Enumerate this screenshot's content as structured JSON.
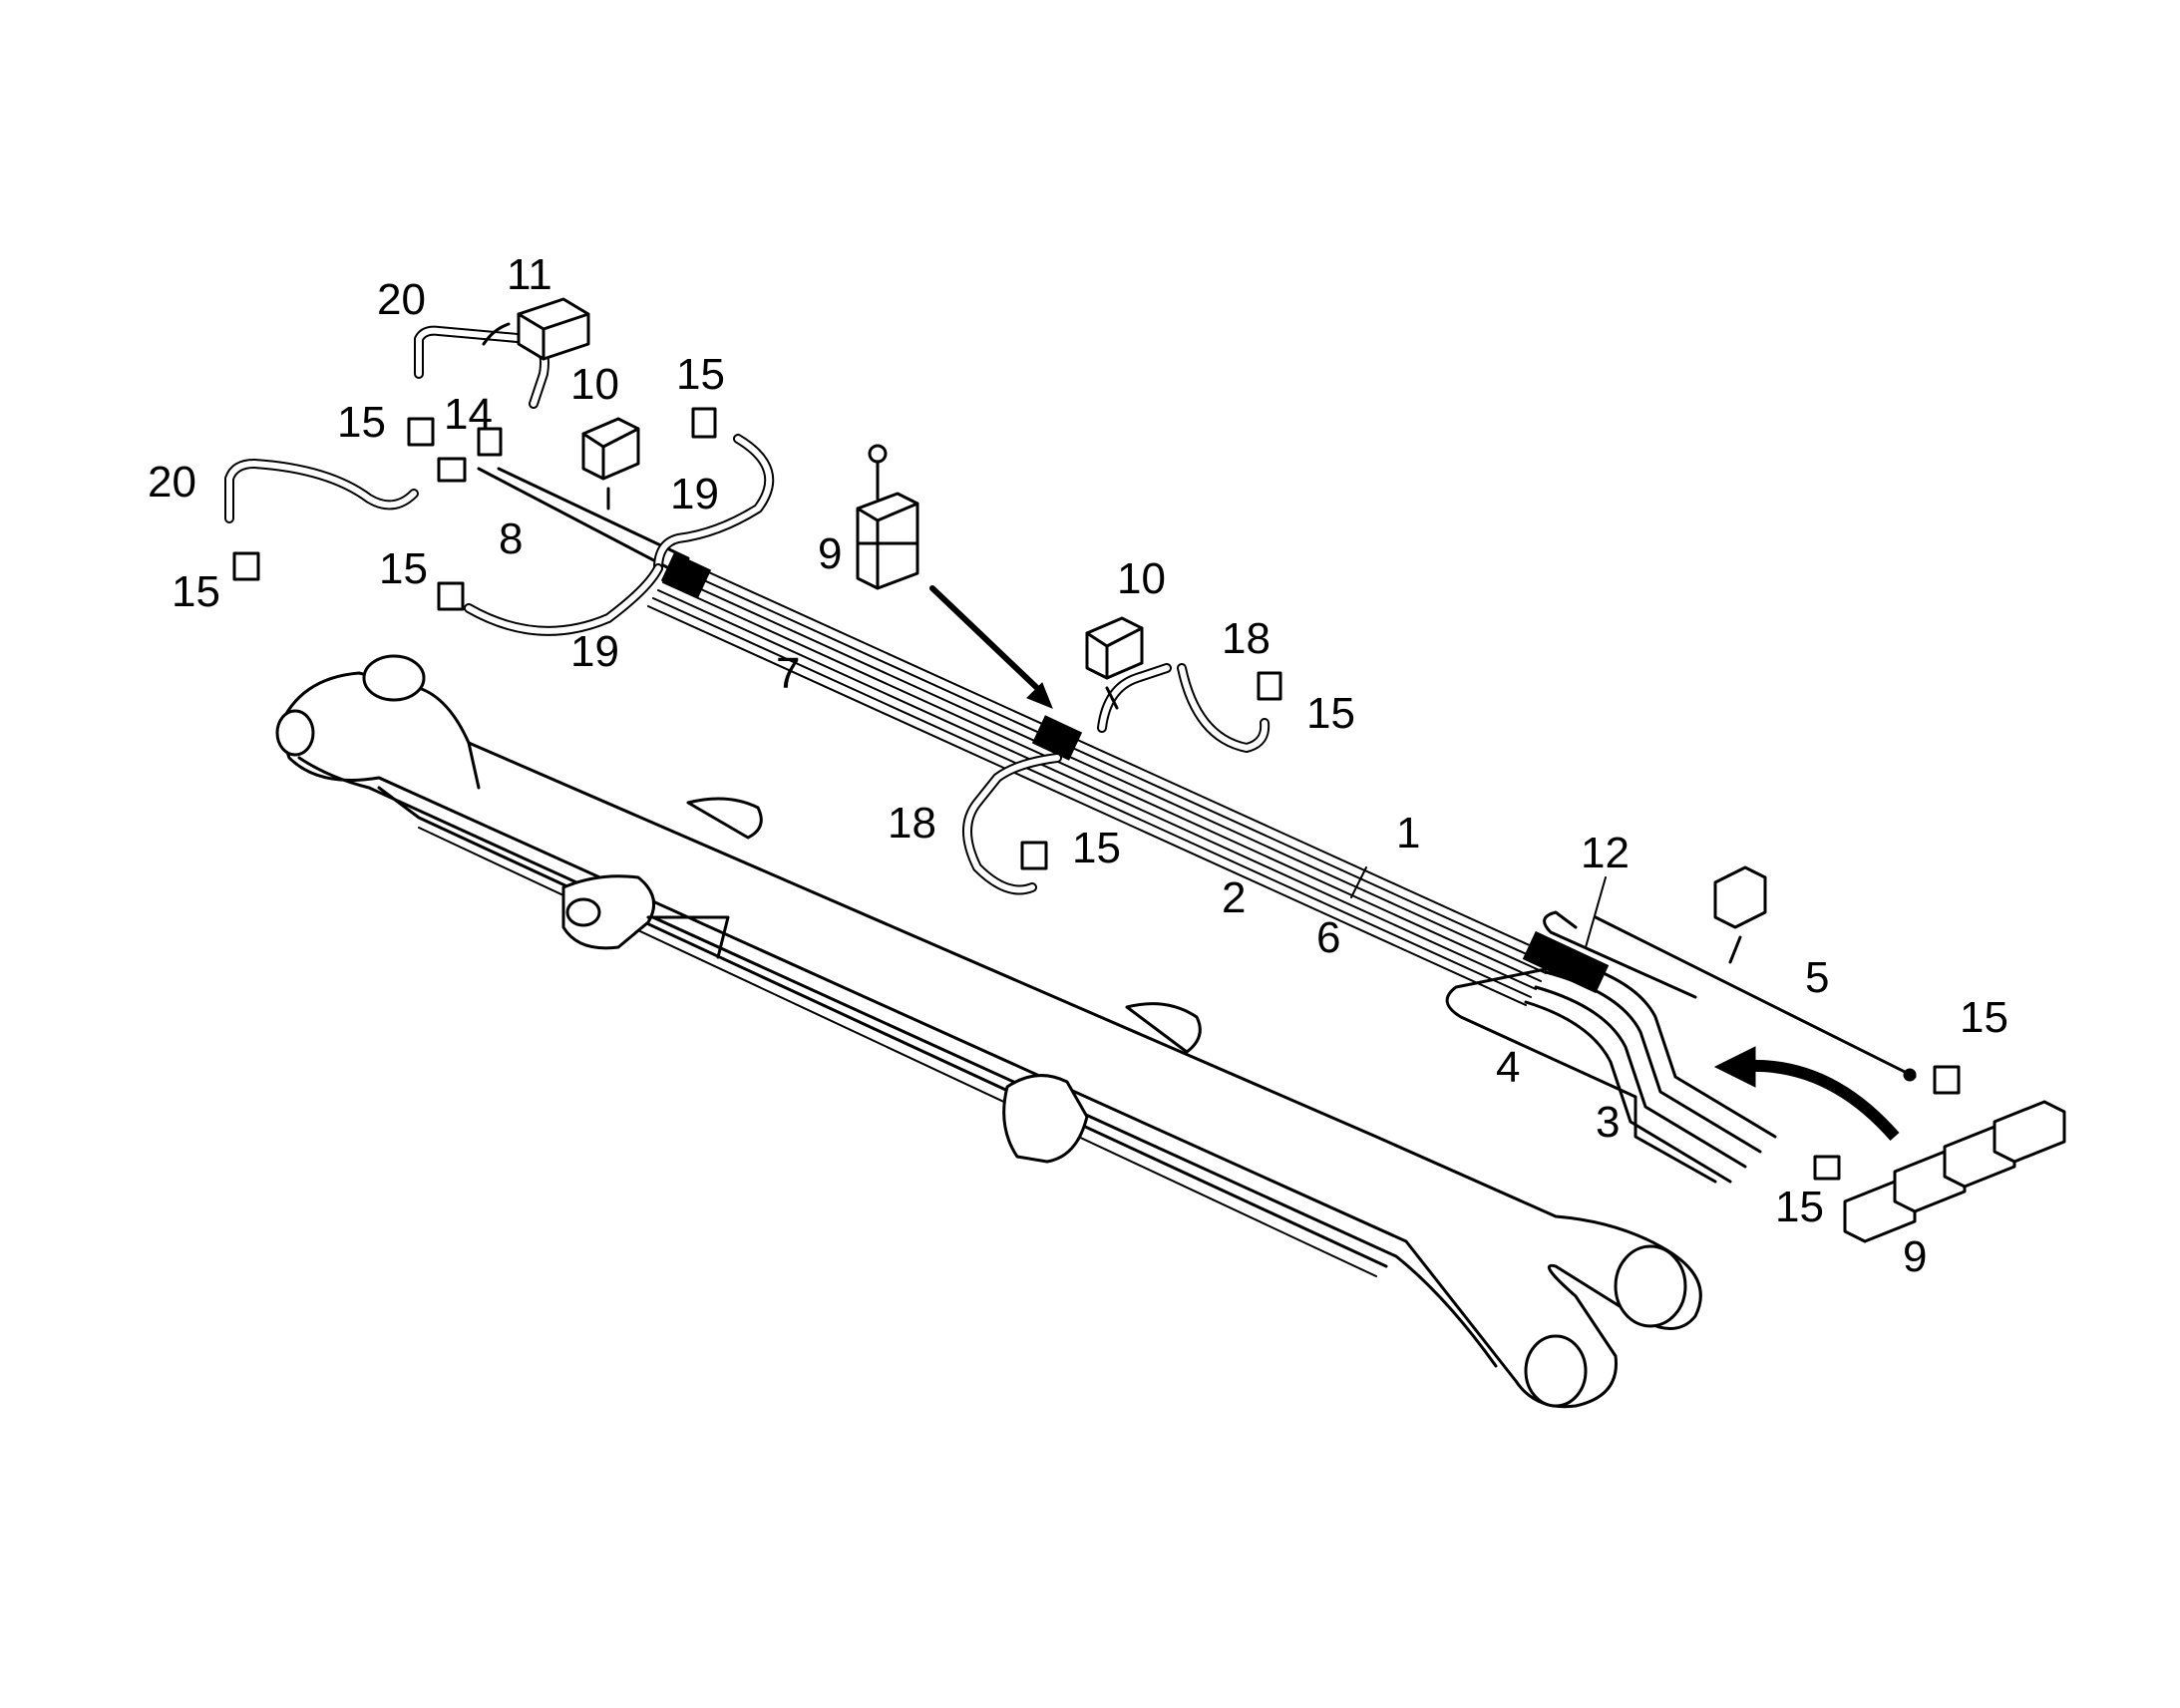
{
  "callouts": {
    "c1": "1",
    "c2": "2",
    "c3": "3",
    "c4": "4",
    "c5": "5",
    "c6": "6",
    "c7": "7",
    "c8": "8",
    "c9a": "9",
    "c9b": "9",
    "c10a": "10",
    "c10b": "10",
    "c11": "11",
    "c12": "12",
    "c14": "14",
    "c15a": "15",
    "c15b": "15",
    "c15c": "15",
    "c15d": "15",
    "c15e": "15",
    "c15f": "15",
    "c15g": "15",
    "c15h": "15",
    "c18a": "18",
    "c18b": "18",
    "c19a": "19",
    "c19b": "19",
    "c20a": "20",
    "c20b": "20"
  },
  "colors": {
    "line": "#000000",
    "background": "#ffffff"
  }
}
